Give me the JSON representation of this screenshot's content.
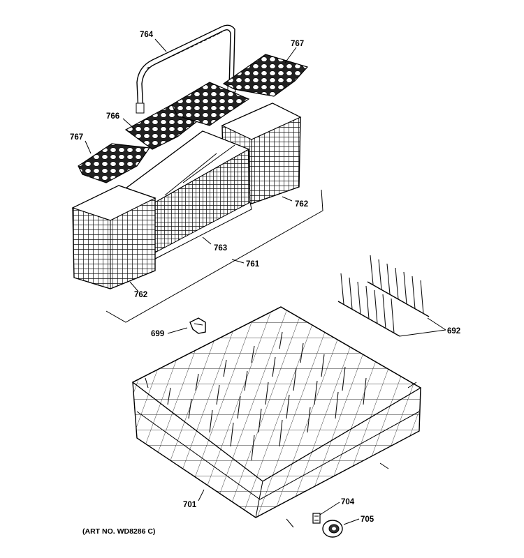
{
  "callouts": {
    "c764": "764",
    "c767_top": "767",
    "c766": "766",
    "c767_left": "767",
    "c762_right": "762",
    "c763": "763",
    "c761": "761",
    "c762_bottom": "762",
    "c699": "699",
    "c692": "692",
    "c701": "701",
    "c704": "704",
    "c705": "705"
  },
  "art_number": "(ART NO. WD8286 C)"
}
